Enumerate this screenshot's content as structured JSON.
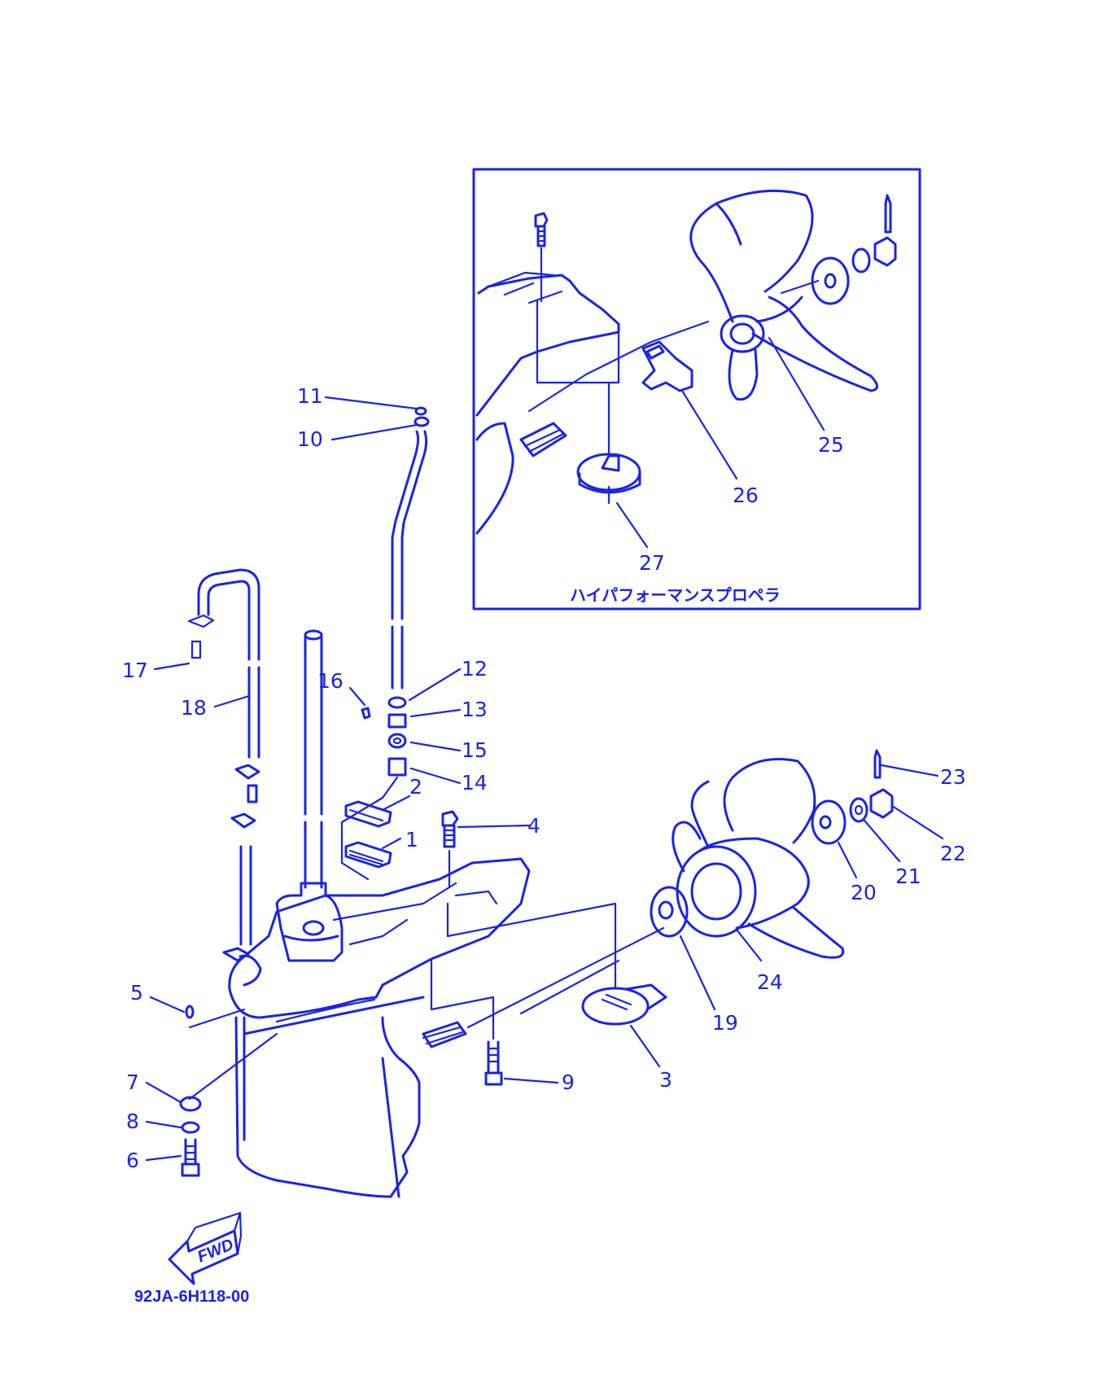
{
  "diagram": {
    "line_color": "#1b23e6",
    "background": "#ffffff",
    "inset_caption": "ハイパフォーマンスプロペラ",
    "part_code": "92JA-6H118-00",
    "fwd_arrow_text": "FWD",
    "callouts": [
      {
        "n": "1"
      },
      {
        "n": "2"
      },
      {
        "n": "3"
      },
      {
        "n": "4"
      },
      {
        "n": "5"
      },
      {
        "n": "6"
      },
      {
        "n": "7"
      },
      {
        "n": "8"
      },
      {
        "n": "9"
      },
      {
        "n": "10"
      },
      {
        "n": "11"
      },
      {
        "n": "12"
      },
      {
        "n": "13"
      },
      {
        "n": "14"
      },
      {
        "n": "15"
      },
      {
        "n": "16"
      },
      {
        "n": "17"
      },
      {
        "n": "18"
      },
      {
        "n": "19"
      },
      {
        "n": "20"
      },
      {
        "n": "21"
      },
      {
        "n": "22"
      },
      {
        "n": "23"
      },
      {
        "n": "24"
      },
      {
        "n": "25"
      },
      {
        "n": "26"
      },
      {
        "n": "27"
      }
    ]
  }
}
